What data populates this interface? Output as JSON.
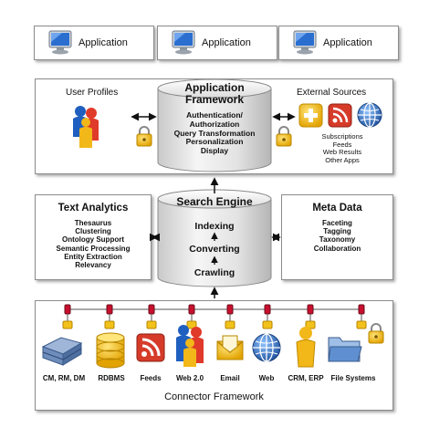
{
  "applications": [
    {
      "label": "Application"
    },
    {
      "label": "Application"
    },
    {
      "label": "Application"
    }
  ],
  "app_framework": {
    "title": "Application Framework",
    "title_line1": "Application",
    "title_line2": "Framework",
    "items": [
      "Authentication/",
      "Authorization",
      "Query Transformation",
      "Personalization",
      "Display"
    ]
  },
  "user_profiles": {
    "label": "User Profiles"
  },
  "external_sources": {
    "label": "External Sources",
    "items": [
      "Subscriptions",
      "Feeds",
      "Web Results",
      "Other Apps"
    ]
  },
  "search_engine": {
    "title": "Search Engine",
    "stages": [
      "Indexing",
      "Converting",
      "Crawling"
    ]
  },
  "text_analytics": {
    "title": "Text Analytics",
    "items": [
      "Thesaurus",
      "Clustering",
      "Ontology Support",
      "Semantic Processing",
      "Entity Extraction",
      "Relevancy"
    ]
  },
  "meta_data": {
    "title": "Meta Data",
    "items": [
      "Faceting",
      "Tagging",
      "Taxonomy",
      "Collaboration"
    ]
  },
  "connectors": [
    {
      "label": "CM, RM, DM",
      "icon": "server-icon"
    },
    {
      "label": "RDBMS",
      "icon": "database-icon"
    },
    {
      "label": "Feeds",
      "icon": "rss-icon"
    },
    {
      "label": "Web 2.0",
      "icon": "people-icon"
    },
    {
      "label": "Email",
      "icon": "envelope-icon"
    },
    {
      "label": "Web",
      "icon": "globe-icon"
    },
    {
      "label": "CRM, ERP",
      "icon": "person-icon"
    },
    {
      "label": "File Systems",
      "icon": "folder-icon"
    }
  ],
  "connector_framework": {
    "label": "Connector Framework"
  },
  "colors": {
    "lock": "#f2c21b",
    "connector_node": "#c8102e",
    "cylinder_light": "#f4f4f4",
    "cylinder_dark": "#b9b9b9",
    "rss": "#d63b2a",
    "globe": "#2f6db5"
  }
}
